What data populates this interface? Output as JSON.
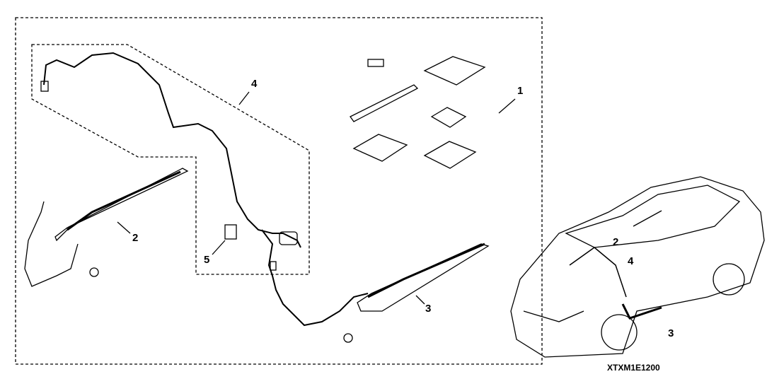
{
  "callouts": {
    "kit": "1",
    "left_garnish": "2",
    "right_garnish": "3",
    "harness": "4",
    "fuse": "5"
  },
  "vehicle_callouts": {
    "left_garnish": "2",
    "harness": "4",
    "right_garnish": "3"
  },
  "diagram_code": "XTXM1E1200"
}
